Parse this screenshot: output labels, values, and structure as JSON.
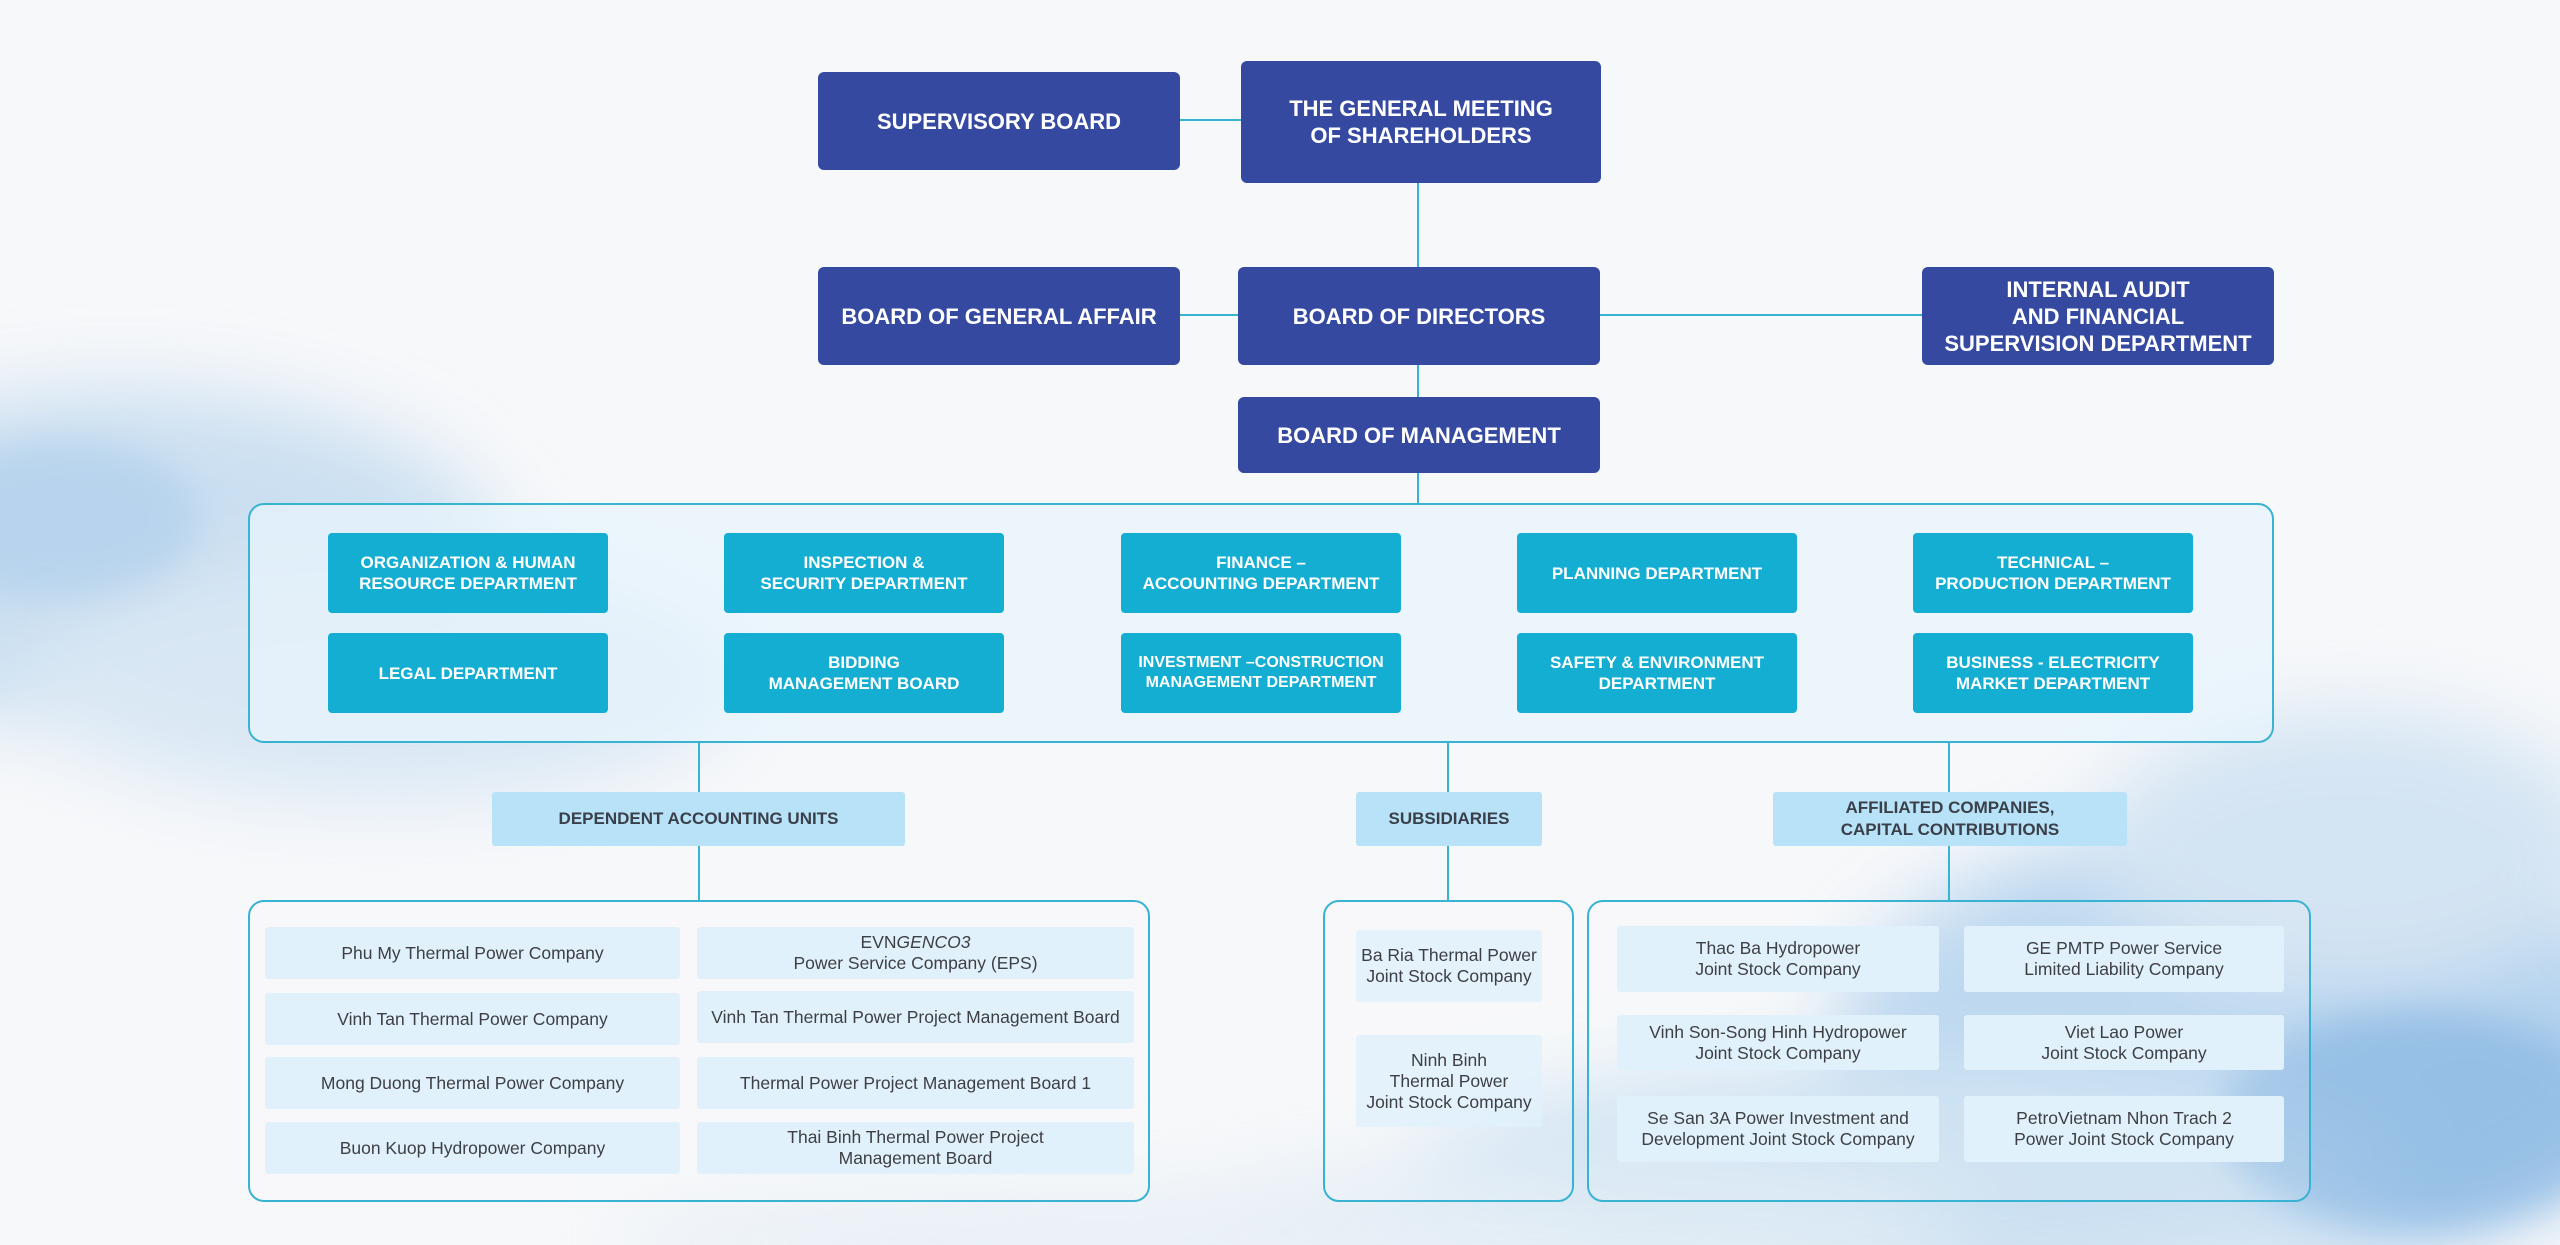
{
  "top": {
    "supervisory_board": "SUPERVISORY BOARD",
    "general_meeting": "THE GENERAL MEETING\nOF SHAREHOLDERS",
    "board_general_affair": "BOARD OF GENERAL AFFAIR",
    "board_directors": "BOARD OF DIRECTORS",
    "internal_audit": "INTERNAL AUDIT\nAND FINANCIAL\nSUPERVISION DEPARTMENT",
    "board_management": "BOARD OF MANAGEMENT"
  },
  "departments": [
    "ORGANIZATION & HUMAN\nRESOURCE DEPARTMENT",
    "INSPECTION &\nSECURITY DEPARTMENT",
    "FINANCE –\nACCOUNTING DEPARTMENT",
    "PLANNING DEPARTMENT",
    "TECHNICAL –\nPRODUCTION DEPARTMENT",
    "LEGAL DEPARTMENT",
    "BIDDING\nMANAGEMENT BOARD",
    "INVESTMENT –CONSTRUCTION\nMANAGEMENT DEPARTMENT",
    "SAFETY & ENVIRONMENT\nDEPARTMENT",
    "BUSINESS - ELECTRICITY\nMARKET DEPARTMENT"
  ],
  "groups": {
    "dependent": "DEPENDENT ACCOUNTING UNITS",
    "subsidiaries": "SUBSIDIARIES",
    "affiliated": "AFFILIATED COMPANIES,\nCAPITAL CONTRIBUTIONS"
  },
  "dependent_units": [
    "Phu My Thermal Power Company",
    "Vinh Tan Thermal Power Company",
    "Mong Duong Thermal Power Company",
    "Buon Kuop Hydropower Company",
    "Vinh Tan Thermal Power Project Management Board",
    "Thermal Power Project Management Board 1",
    "Thai Binh Thermal Power Project\nManagement Board"
  ],
  "eps_unit": {
    "prefix": "EVN",
    "italic": "GENCO3",
    "line2": "Power Service Company (EPS)"
  },
  "subsidiary_units": [
    "Ba Ria Thermal Power\nJoint Stock Company",
    "Ninh Binh\nThermal Power\nJoint Stock Company"
  ],
  "affiliated_units": [
    "Thac Ba Hydropower\nJoint Stock Company",
    "GE PMTP Power Service\nLimited Liability Company",
    "Vinh Son-Song Hinh Hydropower\nJoint Stock Company",
    "Viet Lao Power\nJoint Stock Company",
    "Se San 3A Power Investment and\nDevelopment Joint Stock Company",
    "PetroVietnam Nhon Trach 2\nPower Joint Stock Company"
  ],
  "colors": {
    "navy": "#3549a0",
    "teal": "#14aed3",
    "connector": "#38b3d2",
    "header_fill": "#b7e2f7",
    "unit_fill": "#e1f1fb"
  }
}
